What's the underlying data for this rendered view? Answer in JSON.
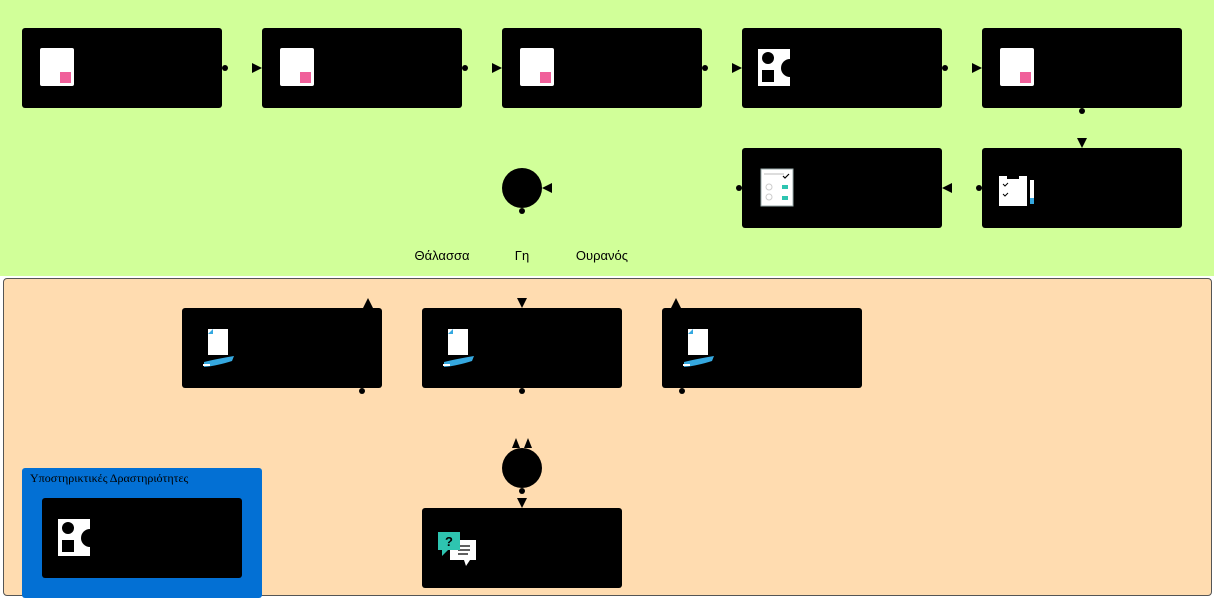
{
  "colors": {
    "lane_top": "#d1ff99",
    "lane_bottom": "#ffdcb0",
    "support_group": "#0370d4",
    "node_fill": "#000000",
    "accent_pink": "#f0609a",
    "accent_teal": "#2ec4b0",
    "accent_blue": "#35a8e0"
  },
  "diagram": {
    "labels": {
      "sea": "Θάλασσα",
      "land": "Γη",
      "sky": "Ουρανός"
    },
    "support_group_title": "Υποστηρικτικές Δραστηριότητες",
    "icons": {
      "step1": "document-icon",
      "step2": "document-icon",
      "step3": "document-icon",
      "step4": "shapes-icon",
      "step5": "document-icon",
      "step6": "clipboard-pencil-icon",
      "step7": "checklist-icon",
      "branch_sea": "document-hand-icon",
      "branch_land": "document-hand-icon",
      "branch_sky": "document-hand-icon",
      "support": "shapes-icon",
      "final": "chat-question-icon"
    }
  }
}
